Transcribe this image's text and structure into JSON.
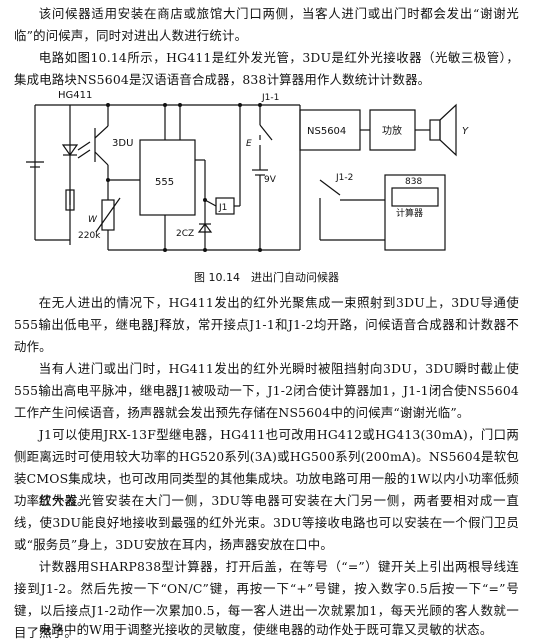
{
  "paragraphs": [
    "该问候器适用安装在商店或旅馆大门口两侧，当客人进门或出门时都会发出“谢谢光临”的问候声，同时对进出人数进行统计。",
    "电路如图10.14所示，HG411是红外发光管，3DU是红外光接收器（光敏三极管），集成电路块NS5604是汉语语音合成器，838计算器用作人数统计计数器。",
    "在无人进出的情况下，HG411发出的红外光聚焦成一束照射到3DU上，3DU导通使555输出低电平，继电器J释放，常开接点J1-1和J1-2均开路，问候语音合成器和计数器不动作。",
    "当有人进门或出门时，HG411发出的红外光瞬时被阻挡射向3DU，3DU瞬时截止使555输出高电平脉冲，继电器J1被吸动一下，J1-2闭合使计算器加1，J1-1闭合使NS5604工作产生问候语音，扬声器就会发出预先存储在NS5604中的问候声“谢谢光临”。",
    "J1可以使用JRX-13F型继电器，HG411也可改用HG412或HG413(30mA)，门口两侧距离远时可使用较大功率的HG520系列(3A)或HG500系列(200mA)。NS5604是软包装CMOS集成块，也可改用同类型的其他集成块。功放电路可用一般的1W以内小功率低频功率放大器。",
    "红外发光管安装在大门一侧，3DU等电器可安装在大门另一侧，两者要相对成一直线，使3DU能良好地接收到最强的红外光束。3DU等接收电路也可以安装在一个假门卫员或“服务员”身上，3DU安放在耳内，扬声器安放在口中。",
    "计数器用SHARP838型计算器，打开后盖，在等号（“=”）键开关上引出两根导线连接到J1-2。然后先按一下“ON/C”键，再按一下“+”号键，按入数字0.5后按一下“=”号键，以后接点J1-2动作一次累加0.5，每一客人进出一次就累加1，每天光顾的客人数就一目了然了。",
    "电路中的W用于调整光接收的灵敏度，使继电器的动作处于既可靠又灵敏的状态。"
  ],
  "figure": {
    "caption": "图 10.14　进出门自动问候器",
    "labels": {
      "hg411": "HG411",
      "q3du": "3DU",
      "ic555": "555",
      "relay_j1": "J1",
      "contact_j1_1": "J1-1",
      "contact_j1_2": "J1-2",
      "zener": "2CZ",
      "w": "W",
      "w_value": "220k",
      "e": "E",
      "v9": "9V",
      "ns5604": "NS5604",
      "amp": "功放",
      "y": "Y",
      "calc": "838",
      "calc2": "计算器"
    }
  }
}
